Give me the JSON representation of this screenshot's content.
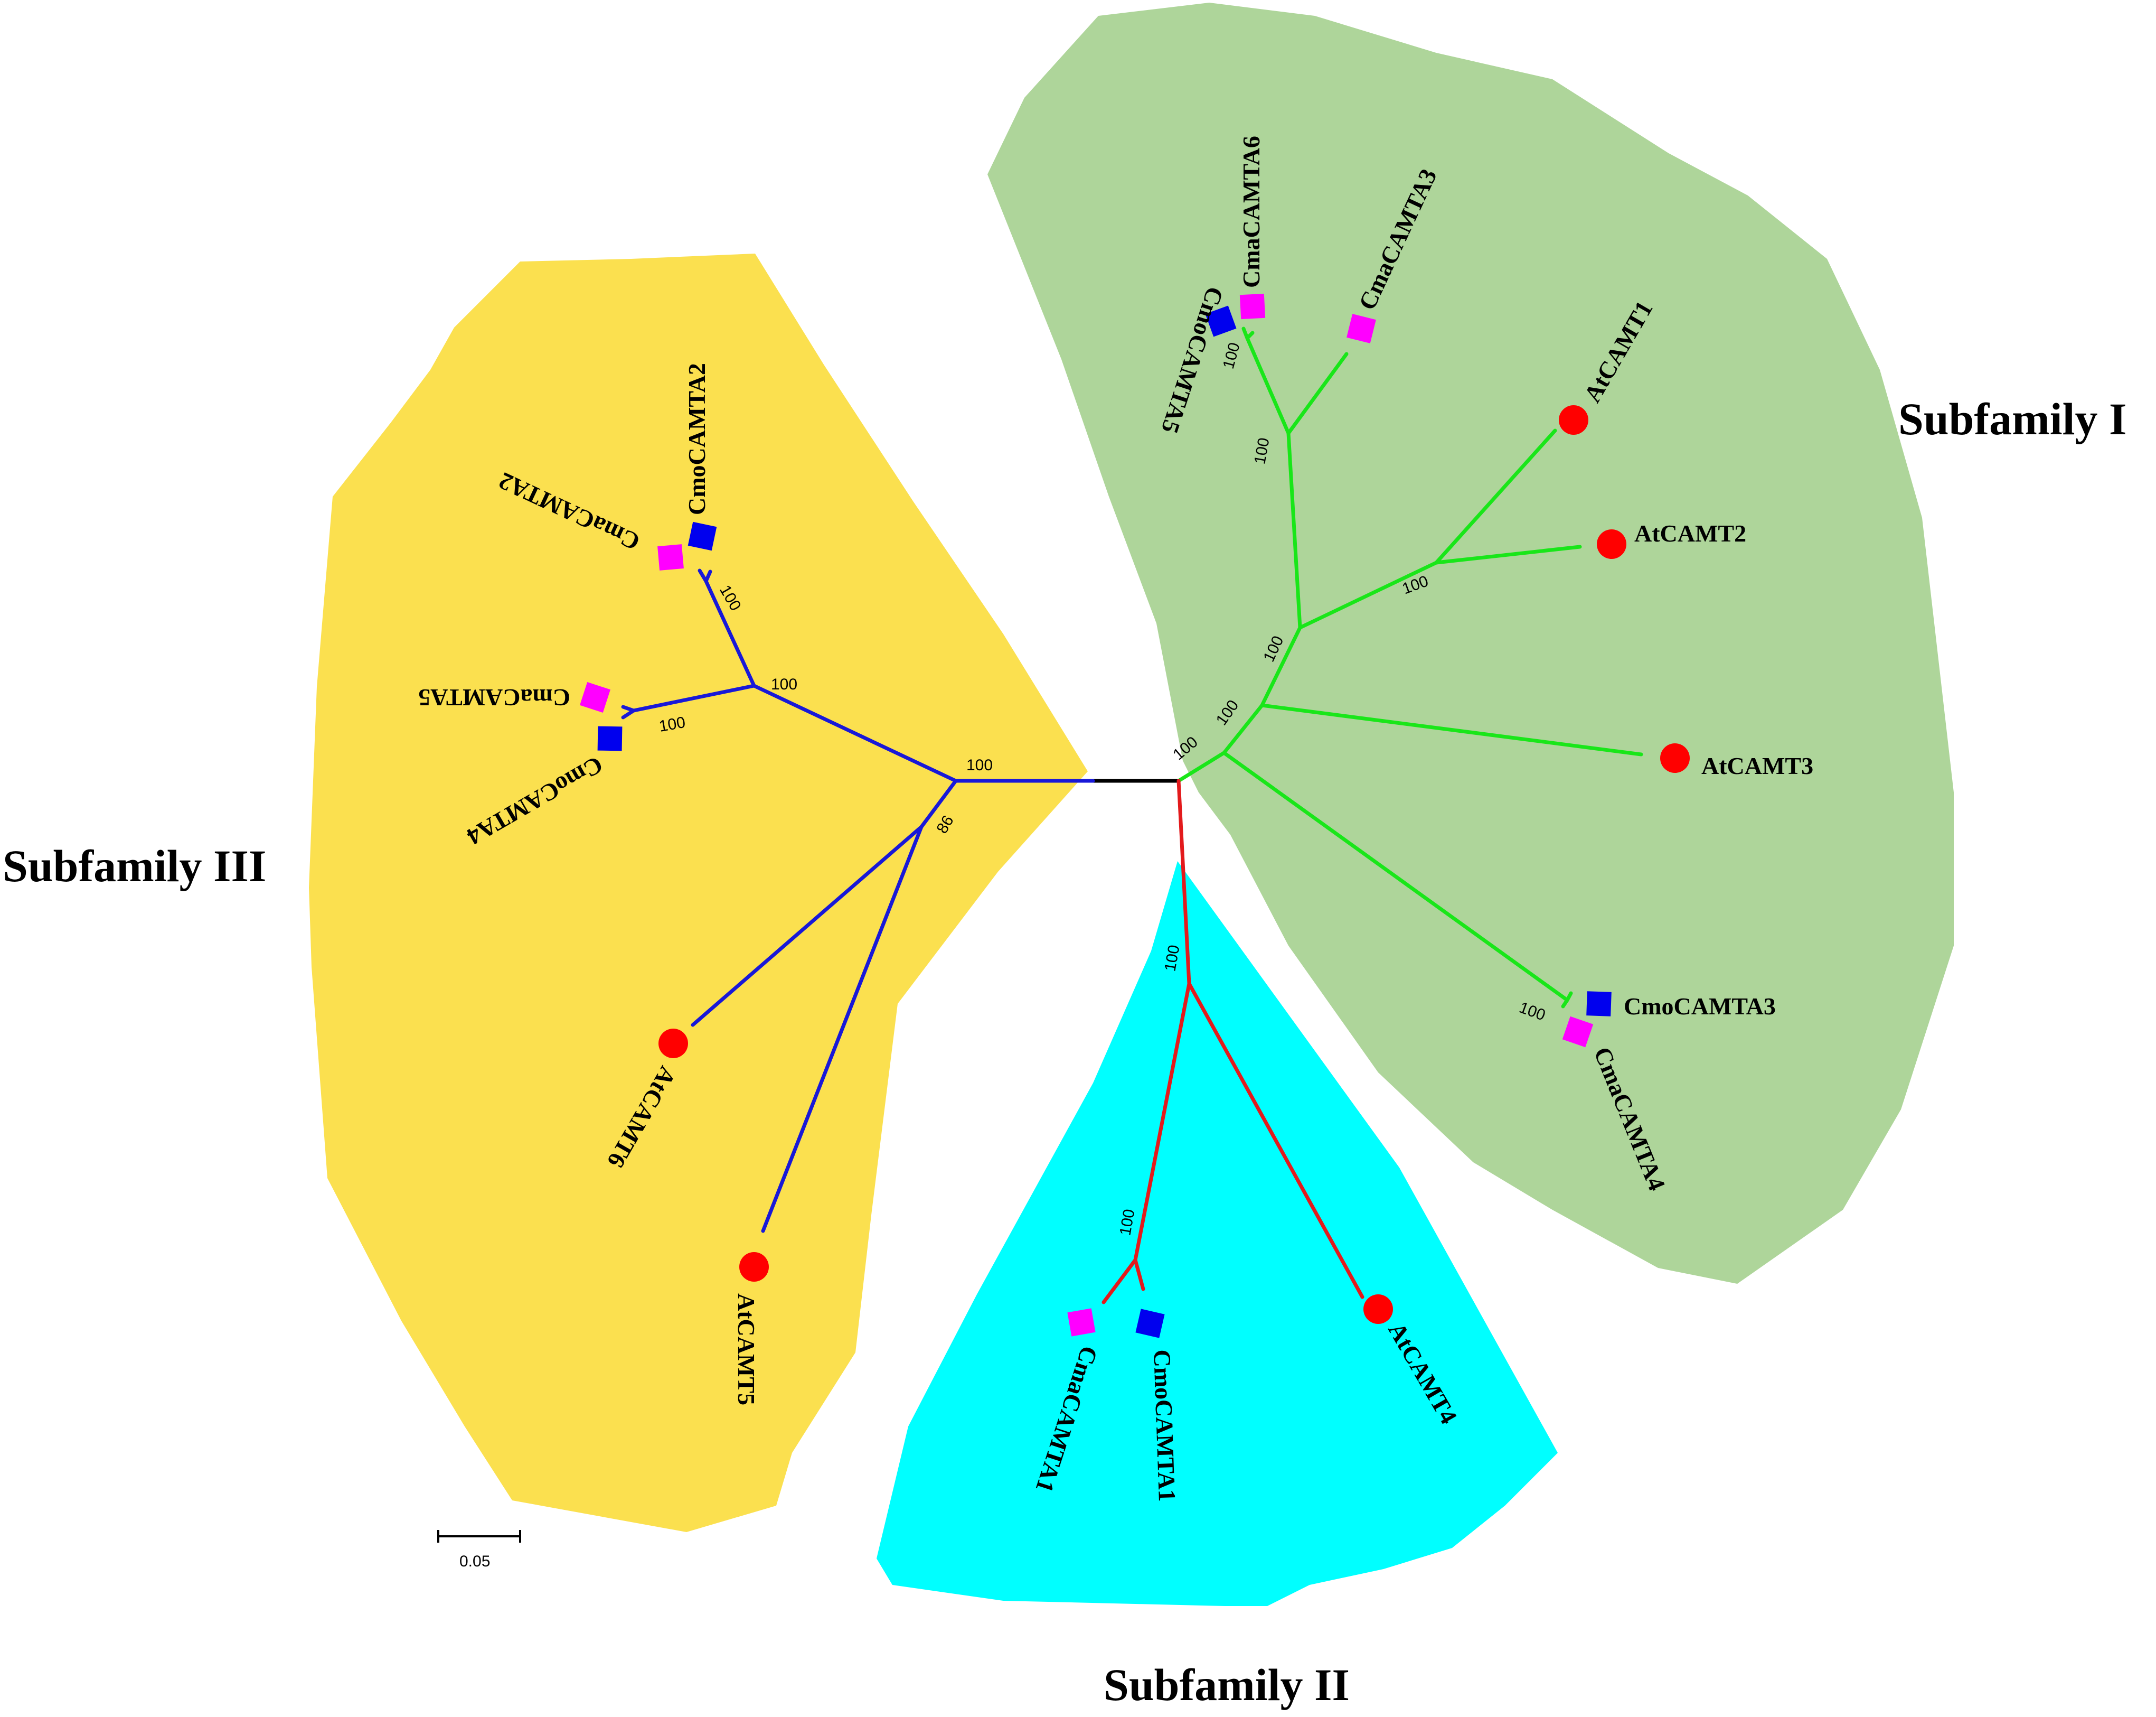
{
  "colors": {
    "subfamily_I_bg": "#aed59a",
    "subfamily_II_bg": "#00ffff",
    "subfamily_III_bg": "#fbe04f",
    "subfamily_I_branch": "#19e619",
    "subfamily_II_branch": "#e31a1c",
    "subfamily_III_branch": "#1818d8",
    "root_branch": "#000000",
    "At_marker": "#ff0000",
    "Cma_marker": "#ff00ff",
    "Cmo_marker": "#0000ee"
  },
  "subfamilies": {
    "I": "Subfamily I",
    "II": "Subfamily II",
    "III": "Subfamily III"
  },
  "leaves": [
    {
      "name": "CmoCAMTA5",
      "marker": "Cmo_marker",
      "shape": "square"
    },
    {
      "name": "CmaCAMTA6",
      "marker": "Cma_marker",
      "shape": "square"
    },
    {
      "name": "CmaCAMTA3",
      "marker": "Cma_marker",
      "shape": "square"
    },
    {
      "name": "AtCAMT1",
      "marker": "At_marker",
      "shape": "circle"
    },
    {
      "name": "AtCAMT2",
      "marker": "At_marker",
      "shape": "circle"
    },
    {
      "name": "AtCAMT3",
      "marker": "At_marker",
      "shape": "circle"
    },
    {
      "name": "CmoCAMTA3",
      "marker": "Cmo_marker",
      "shape": "square"
    },
    {
      "name": "CmaCAMTA4",
      "marker": "Cma_marker",
      "shape": "square"
    },
    {
      "name": "AtCAMT4",
      "marker": "At_marker",
      "shape": "circle"
    },
    {
      "name": "CmoCAMTA1",
      "marker": "Cmo_marker",
      "shape": "square"
    },
    {
      "name": "CmaCAMTA1",
      "marker": "Cma_marker",
      "shape": "square"
    },
    {
      "name": "AtCAMT5",
      "marker": "At_marker",
      "shape": "circle"
    },
    {
      "name": "AtCAMT6",
      "marker": "At_marker",
      "shape": "circle"
    },
    {
      "name": "CmoCAMTA4",
      "marker": "Cmo_marker",
      "shape": "square"
    },
    {
      "name": "CmaCAMTA5",
      "marker": "Cma_marker",
      "shape": "square"
    },
    {
      "name": "CmaCAMTA2",
      "marker": "Cma_marker",
      "shape": "square"
    },
    {
      "name": "CmoCAMTA2",
      "marker": "Cmo_marker",
      "shape": "square"
    }
  ],
  "bootstrap": [
    "100",
    "100",
    "100",
    "100",
    "100",
    "100",
    "100",
    "100",
    "100",
    "100",
    "100",
    "100",
    "100",
    "86"
  ],
  "scale_bar": "0.05"
}
